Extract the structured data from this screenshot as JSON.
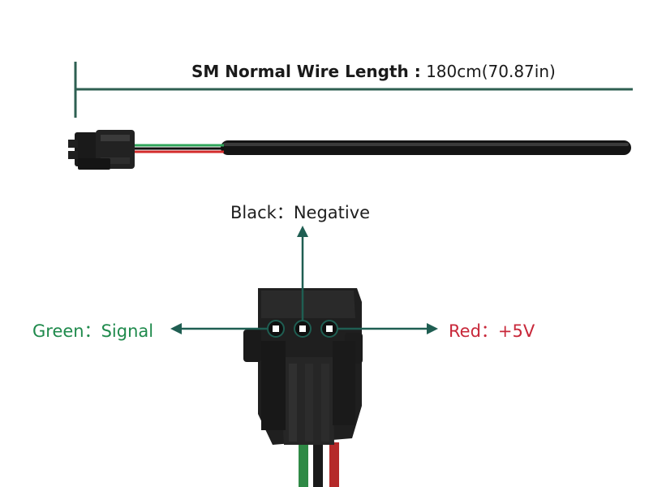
{
  "dimension": {
    "label_bold": "SM Normal Wire Length :",
    "label_value": "180cm(70.87in)"
  },
  "pins": {
    "black": "Black：Negative",
    "green": "Green：Signal",
    "red": "Red：+5V"
  },
  "colors": {
    "dimension_line": "#2e5f52",
    "pointer": "#1f5e52",
    "green_text": "#1f8a4c",
    "red_text": "#c8283a",
    "black_text": "#1e1e1e"
  }
}
